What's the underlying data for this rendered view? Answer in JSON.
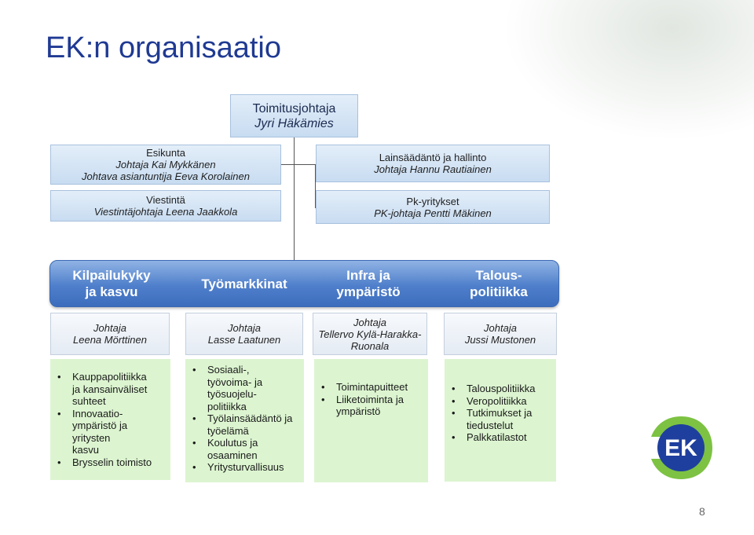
{
  "page": {
    "title": "EK:n organisaatio",
    "page_number": "8"
  },
  "ceo": {
    "role": "Toimitusjohtaja",
    "name": "Jyri Häkämies"
  },
  "left_units": [
    {
      "name": "Esikunta",
      "lines": [
        "Johtaja Kai Mykkänen",
        "Johtava asiantuntija Eeva Korolainen"
      ]
    },
    {
      "name": "Viestintä",
      "lines": [
        "Viestintäjohtaja Leena Jaakkola"
      ]
    }
  ],
  "right_units": [
    {
      "name": "Lainsäädäntö ja hallinto",
      "lines": [
        "Johtaja Hannu Rautiainen"
      ]
    },
    {
      "name": "Pk-yritykset",
      "lines": [
        "PK-johtaja Pentti Mäkinen"
      ]
    }
  ],
  "areas": [
    {
      "title": "Kilpailukyky\nja kasvu",
      "director": "Johtaja\nLeena Mörttinen",
      "items": [
        "Kauppapolitiikka ja kansainväliset suhteet",
        "Innovaatio-ympäristö ja yritysten kasvu",
        "Brysselin toimisto"
      ]
    },
    {
      "title": "Työmarkkinat",
      "director": "Johtaja\nLasse Laatunen",
      "items": [
        "Sosiaali-, työvoima- ja työsuojelu-politiikka",
        "Työlainsäädäntö ja työelämä",
        "Koulutus ja osaaminen",
        "Yritysturvallisuus"
      ]
    },
    {
      "title": "Infra ja\nympäristö",
      "director": "Johtaja\nTellervo Kylä-Harakka-\nRuonala",
      "items": [
        "Toimintapuitteet",
        "Liiketoiminta ja ympäristö"
      ]
    },
    {
      "title": "Talous-\npolitiikka",
      "director": "Johtaja\nJussi Mustonen",
      "items": [
        "Talouspolitiikka",
        "Veropolitiikka",
        "Tutkimukset ja tiedustelut",
        "Palkkatilastot"
      ]
    }
  ],
  "logo": {
    "text": "EK",
    "colors": {
      "blue": "#1f3f9e",
      "green": "#7dc242"
    }
  },
  "colors": {
    "title": "#1f3a93",
    "band": "#4f7fcb",
    "green_box": "#dcf5d0"
  }
}
